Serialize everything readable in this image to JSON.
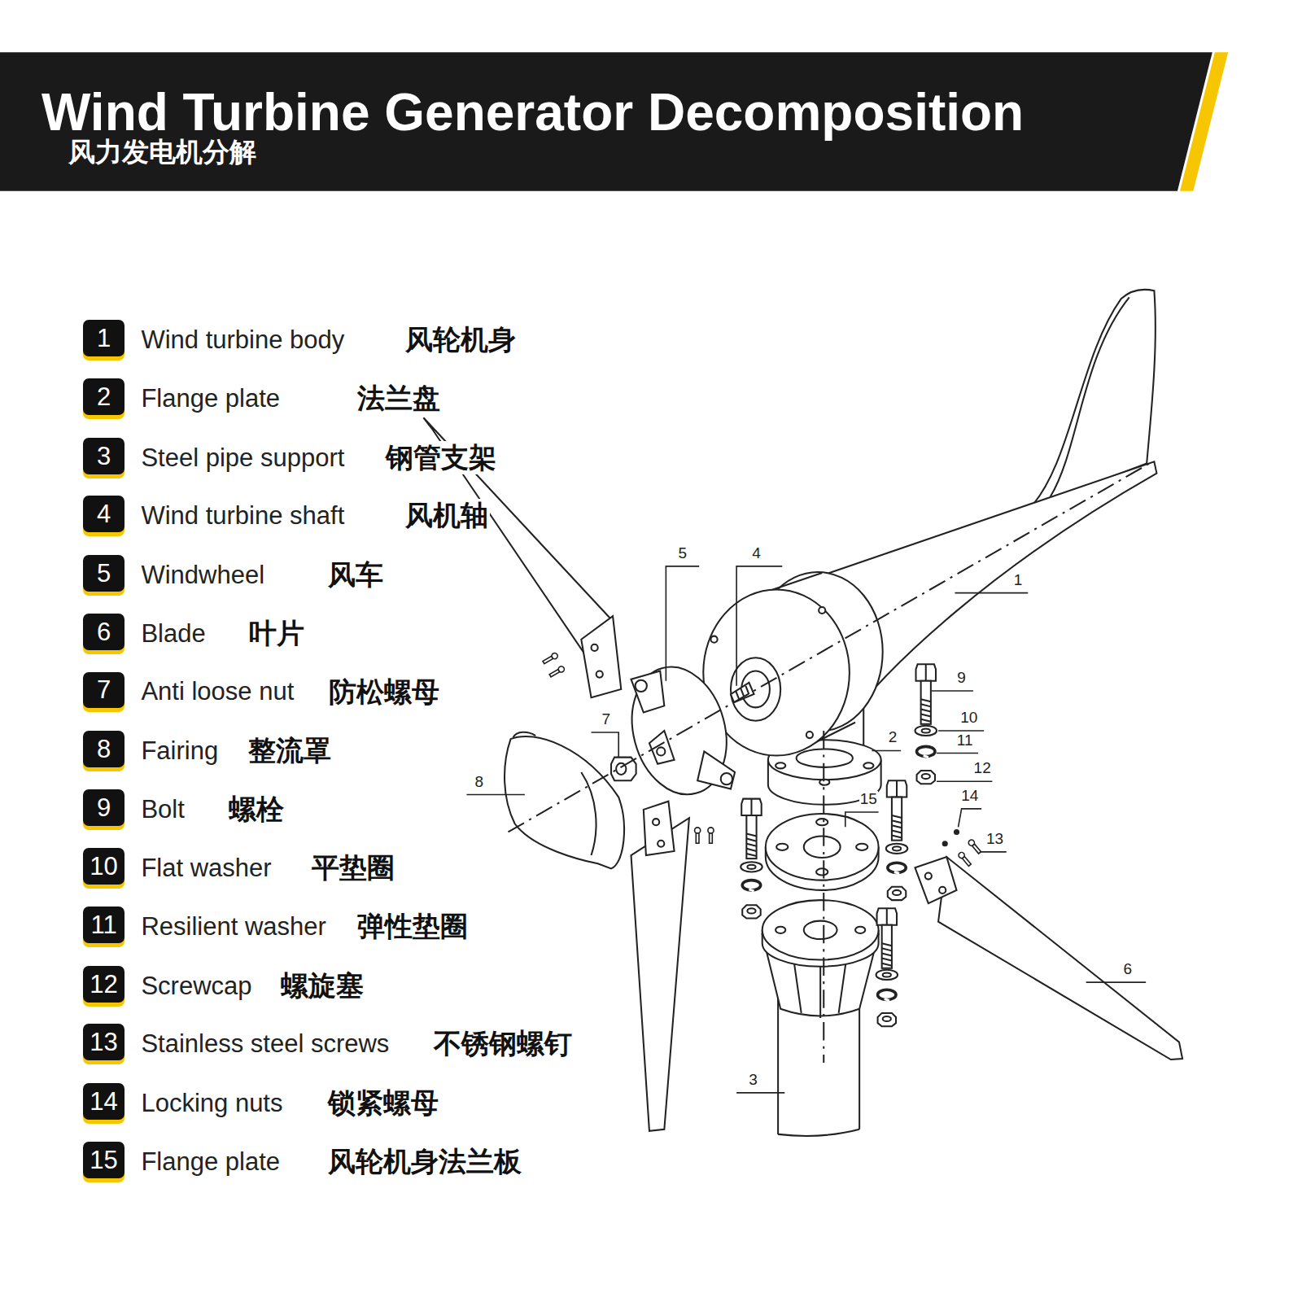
{
  "diagram": {
    "title": "Wind Turbine Generator Decomposition",
    "nodes": [
      {
        "text": [
          "1"
        ]
      },
      {
        "text": [
          "2"
        ]
      },
      {
        "text": [
          "3"
        ]
      },
      {
        "text": [
          "4"
        ]
      },
      {
        "text": [
          "5"
        ]
      },
      {
        "text": [
          "6"
        ]
      },
      {
        "text": [
          "7"
        ]
      },
      {
        "text": [
          "8"
        ]
      },
      {
        "text": [
          "9"
        ]
      },
      {
        "text": [
          "10"
        ]
      },
      {
        "text": [
          "11"
        ]
      },
      {
        "text": [
          "12"
        ]
      },
      {
        "text": [
          "13"
        ]
      },
      {
        "text": [
          "14"
        ]
      },
      {
        "text": [
          "15"
        ]
      }
    ],
    "labels": [
      "风力发电机分解",
      "Wind turbine body",
      "风轮机身",
      "Flange plate",
      "法兰盘",
      "Steel pipe support",
      "钢管支架",
      "Wind turbine shaft",
      "风机轴",
      "Windwheel",
      "风车",
      "Blade",
      "叶片",
      "Anti loose nut",
      "防松螺母",
      "Fairing",
      "整流罩",
      "Bolt",
      "螺栓",
      "Flat washer",
      "平垫圈",
      "Resilient washer",
      "弹性垫圈",
      "Screwcap",
      "螺旋塞",
      "Stainless steel screws",
      "不锈钢螺钉",
      "Locking nuts",
      "锁紧螺母",
      "Flange plate",
      "风轮机身法兰板",
      "5",
      "4",
      "1",
      "9",
      "10",
      "11",
      "7",
      "2",
      "12",
      "8",
      "15",
      "14",
      "13",
      "6",
      "3"
    ]
  }
}
